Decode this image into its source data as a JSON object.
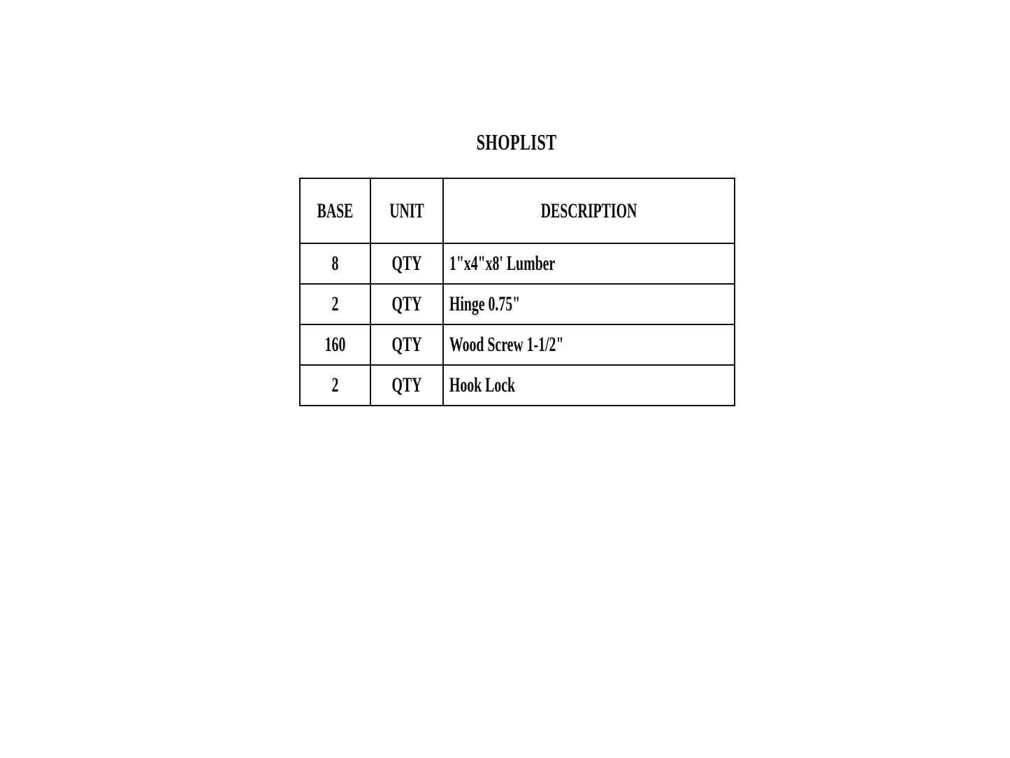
{
  "document": {
    "title": "SHOPLIST",
    "background_color": "#ffffff",
    "text_color": "#0d0d0d",
    "border_color": "#111111"
  },
  "table": {
    "name": "shoplist-table",
    "columns": [
      {
        "key": "base",
        "header": "BASE",
        "align": "center"
      },
      {
        "key": "unit",
        "header": "UNIT",
        "align": "center"
      },
      {
        "key": "description",
        "header": "DESCRIPTION",
        "align": "center"
      }
    ],
    "headers": {
      "base": "BASE",
      "unit": "UNIT",
      "description": "DESCRIPTION"
    },
    "rows": [
      {
        "base": "8",
        "unit": "QTY",
        "description": "1\"x4\"x8' Lumber"
      },
      {
        "base": "2",
        "unit": "QTY",
        "description": "Hinge 0.75\""
      },
      {
        "base": "160",
        "unit": "QTY",
        "description": "Wood Screw 1-1/2\""
      },
      {
        "base": "2",
        "unit": "QTY",
        "description": "Hook Lock"
      }
    ]
  }
}
